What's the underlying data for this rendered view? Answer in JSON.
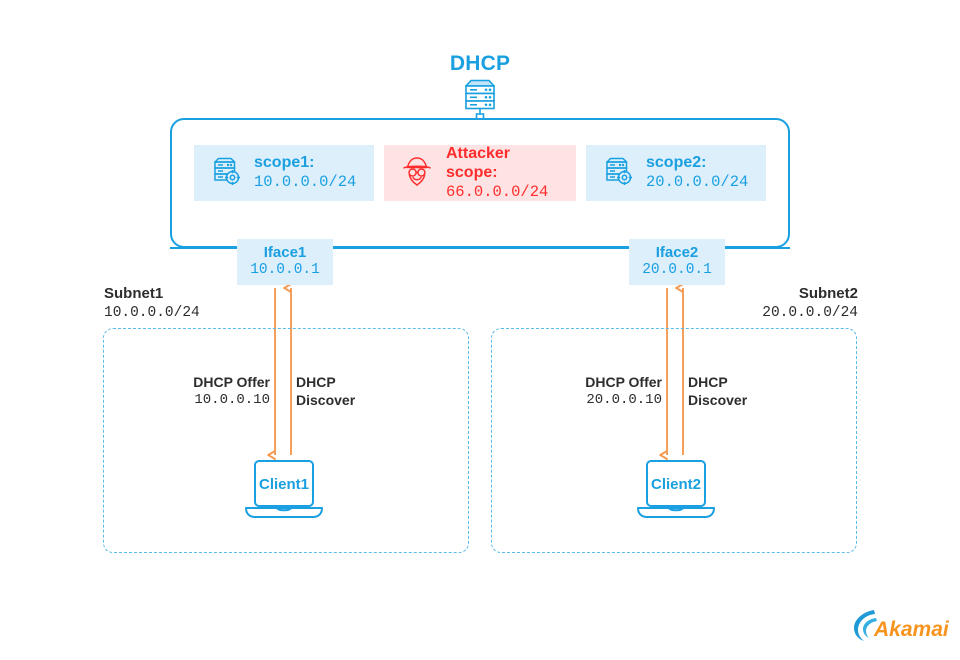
{
  "diagram": {
    "title": "DHCP",
    "server_icon": "server-rack-icon",
    "router": {
      "scopes": [
        {
          "icon": "server-target-icon",
          "name": "scope1:",
          "cidr": "10.0.0.0/24",
          "variant": "blue"
        },
        {
          "icon": "attacker-spy-icon",
          "name": "Attacker scope:",
          "cidr": "66.0.0.0/24",
          "variant": "red"
        },
        {
          "icon": "server-target-icon",
          "name": "scope2:",
          "cidr": "20.0.0.0/24",
          "variant": "blue"
        }
      ],
      "interfaces": [
        {
          "name": "Iface1",
          "ip": "10.0.0.1"
        },
        {
          "name": "Iface2",
          "ip": "20.0.0.1"
        }
      ]
    },
    "subnets": [
      {
        "name": "Subnet1",
        "cidr": "10.0.0.0/24",
        "offer_title": "DHCP Offer",
        "offer_ip": "10.0.0.10",
        "discover_line1": "DHCP",
        "discover_line2": "Discover",
        "client": "Client1",
        "client_icon": "laptop-icon"
      },
      {
        "name": "Subnet2",
        "cidr": "20.0.0.0/24",
        "offer_title": "DHCP Offer",
        "offer_ip": "20.0.0.10",
        "discover_line1": "DHCP",
        "discover_line2": "Discover",
        "client": "Client2",
        "client_icon": "laptop-icon"
      }
    ],
    "branding": {
      "logo_text": "Akamai",
      "logo_icon": "akamai-swirl-icon"
    },
    "colors": {
      "blue": "#1aa0e0",
      "blue_fill": "#ddeffb",
      "red": "#ff2d2d",
      "red_fill": "#fde3e3",
      "orange": "#f59a52",
      "dark_text": "#2d2d2d",
      "dashed_blue": "#5bbbe8",
      "akamai_orange": "#f7941e"
    }
  }
}
